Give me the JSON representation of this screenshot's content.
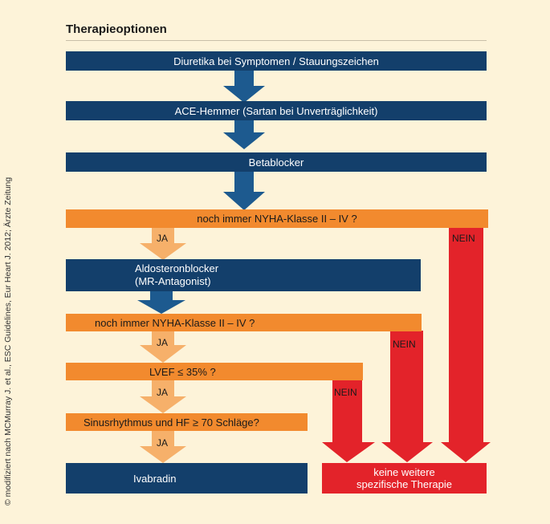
{
  "title": "Therapieoptionen",
  "credit": "© modifiziert nach MCMurray J. et al., ESC Guidelines, Eur Heart J. 2012; Ärzte Zeitung",
  "steps": {
    "diuretika": "Diuretika bei Symptomen / Stauungszeichen",
    "ace": "ACE-Hemmer (Sartan bei Unverträglichkeit)",
    "beta": "Betablocker",
    "nyha1": "noch immer NYHA-Klasse II – IV ?",
    "aldo_line1": "Aldosteronblocker",
    "aldo_line2": "(MR-Antagonist)",
    "nyha2": "noch immer NYHA-Klasse II – IV ?",
    "lvef": "LVEF ≤ 35% ?",
    "sinus": "Sinusrhythmus und HF ≥ 70 Schläge?",
    "ivabradin": "Ivabradin",
    "keine_line1": "keine weitere",
    "keine_line2": "spezifische Therapie"
  },
  "labels": {
    "ja": "JA",
    "nein": "NEIN"
  },
  "colors": {
    "navy": "#133f6b",
    "arrow_blue": "#1d5a8f",
    "orange": "#f28a2e",
    "light_orange": "#f6b06a",
    "red": "#e3232a",
    "background": "#fdf3d9"
  }
}
